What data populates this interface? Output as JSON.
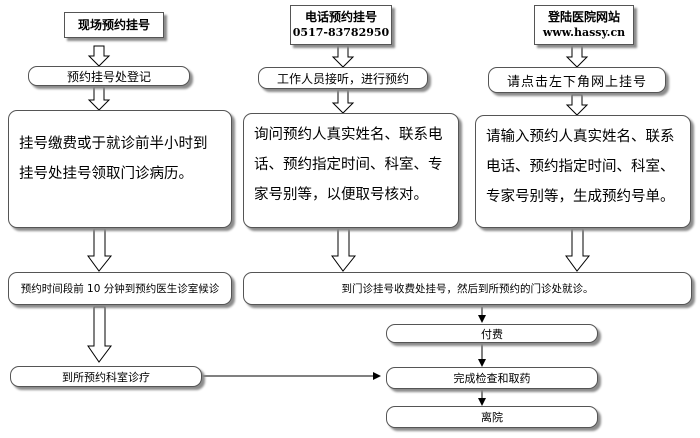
{
  "sources": [
    {
      "title": "现场预约挂号",
      "subtitle": ""
    },
    {
      "title": "电话预约挂号",
      "subtitle": "0517-83782950"
    },
    {
      "title": "登陆医院网站",
      "subtitle": "www.hassy.cn"
    }
  ],
  "steps": {
    "onsite_register": "预约挂号处登记",
    "phone_listen": "工作人员接听，进行预约",
    "web_click": "请点击左下角网上挂号",
    "onsite_detail": "挂号缴费或于就诊前半小时到挂号处挂号领取门诊病历。",
    "phone_detail": "询问预约人真实姓名、联系电话、预约指定时间、科室、专家号别等，以便取号核对。",
    "web_detail": "请输入预约人真实姓名、联系电话、预约指定时间、科室、专家号别等，生成预约号单。",
    "arrive_early": "预约时间段前 10 分钟到预约医生诊室候诊",
    "pay_then_go": "到门诊挂号收费处挂号，然后到所预约的门诊处就诊。",
    "go_department": "到所预约科室诊疗",
    "pay": "付费",
    "exam_medicine": "完成检查和取药",
    "leave": "离院"
  }
}
